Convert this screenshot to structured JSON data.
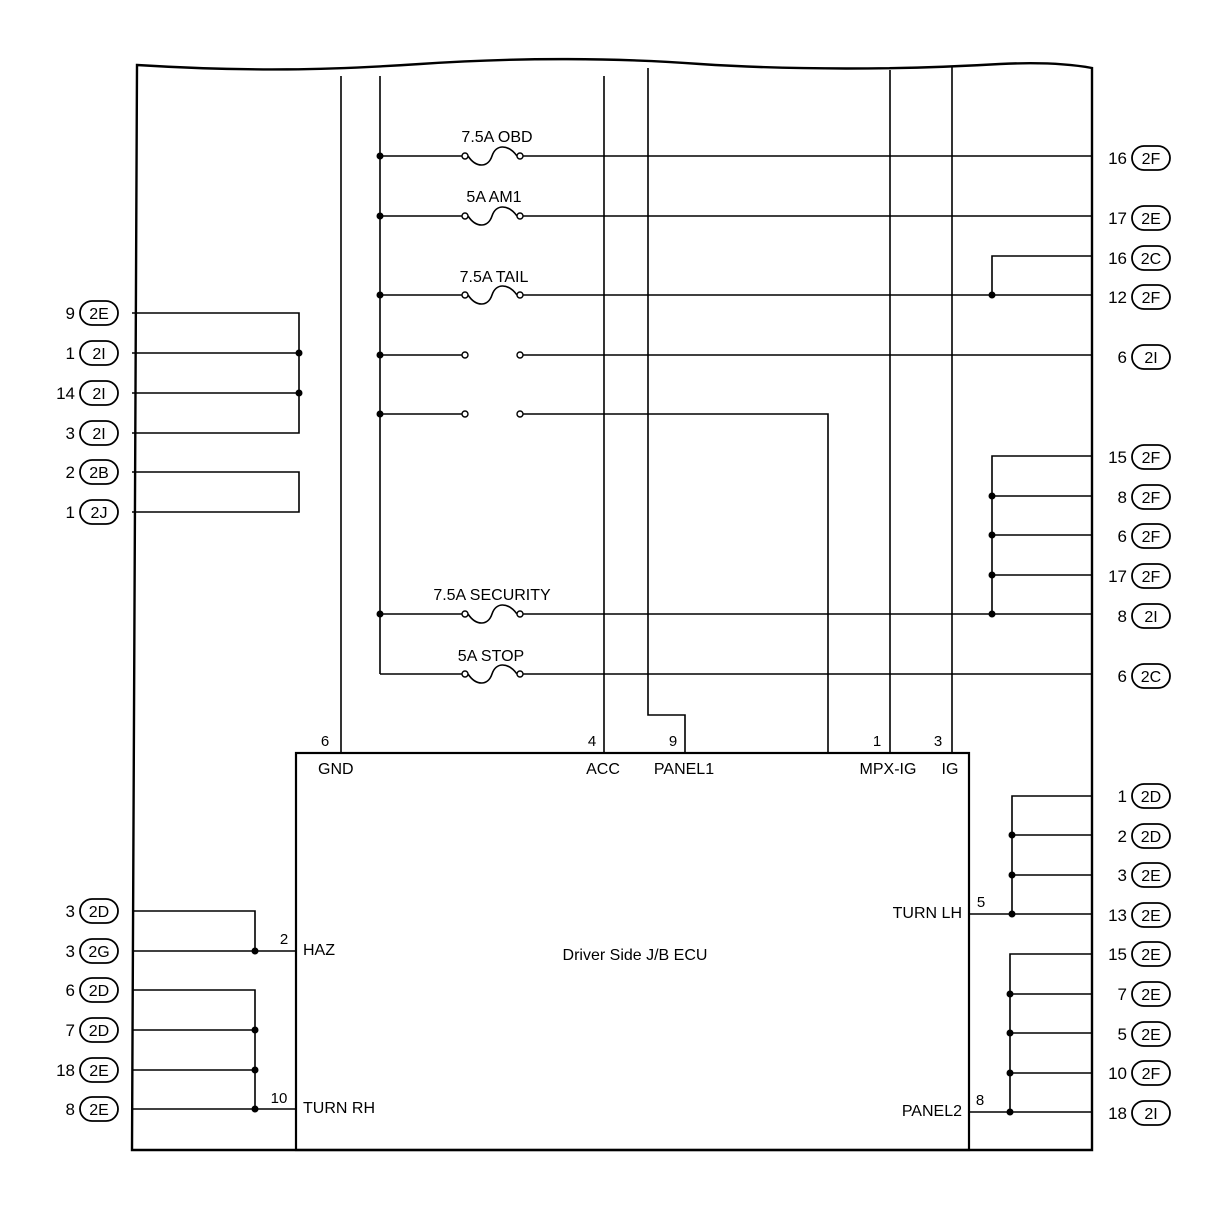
{
  "diagram": {
    "ecu_title": "Driver Side J/B ECU",
    "colors": {
      "ink": "#000000",
      "background": "#ffffff"
    },
    "fuses": [
      {
        "id": "obd",
        "label": "7.5A OBD"
      },
      {
        "id": "am1",
        "label": "5A AM1"
      },
      {
        "id": "tail",
        "label": "7.5A TAIL"
      },
      {
        "id": "relay1",
        "label": ""
      },
      {
        "id": "relay2",
        "label": ""
      },
      {
        "id": "security",
        "label": "7.5A SECURITY"
      },
      {
        "id": "stop",
        "label": "5A STOP"
      }
    ],
    "ecu_pins": [
      {
        "id": "gnd",
        "num": "6",
        "name": "GND"
      },
      {
        "id": "acc",
        "num": "4",
        "name": "ACC"
      },
      {
        "id": "panel1",
        "num": "9",
        "name": "PANEL1"
      },
      {
        "id": "mpxig",
        "num": "1",
        "name": "MPX-IG"
      },
      {
        "id": "ig",
        "num": "3",
        "name": "IG"
      },
      {
        "id": "haz",
        "num": "2",
        "name": "HAZ"
      },
      {
        "id": "turnrh",
        "num": "10",
        "name": "TURN RH"
      },
      {
        "id": "turnlh",
        "num": "5",
        "name": "TURN LH"
      },
      {
        "id": "panel2",
        "num": "8",
        "name": "PANEL2"
      }
    ],
    "left_connectors": [
      {
        "num": "9",
        "code": "2E"
      },
      {
        "num": "1",
        "code": "2I"
      },
      {
        "num": "14",
        "code": "2I"
      },
      {
        "num": "3",
        "code": "2I"
      },
      {
        "num": "2",
        "code": "2B"
      },
      {
        "num": "1",
        "code": "2J"
      },
      {
        "num": "3",
        "code": "2D"
      },
      {
        "num": "3",
        "code": "2G"
      },
      {
        "num": "6",
        "code": "2D"
      },
      {
        "num": "7",
        "code": "2D"
      },
      {
        "num": "18",
        "code": "2E"
      },
      {
        "num": "8",
        "code": "2E"
      }
    ],
    "right_connectors": [
      {
        "num": "16",
        "code": "2F"
      },
      {
        "num": "17",
        "code": "2E"
      },
      {
        "num": "16",
        "code": "2C"
      },
      {
        "num": "12",
        "code": "2F"
      },
      {
        "num": "6",
        "code": "2I"
      },
      {
        "num": "15",
        "code": "2F"
      },
      {
        "num": "8",
        "code": "2F"
      },
      {
        "num": "6",
        "code": "2F"
      },
      {
        "num": "17",
        "code": "2F"
      },
      {
        "num": "8",
        "code": "2I"
      },
      {
        "num": "6",
        "code": "2C"
      },
      {
        "num": "1",
        "code": "2D"
      },
      {
        "num": "2",
        "code": "2D"
      },
      {
        "num": "3",
        "code": "2E"
      },
      {
        "num": "13",
        "code": "2E"
      },
      {
        "num": "15",
        "code": "2E"
      },
      {
        "num": "7",
        "code": "2E"
      },
      {
        "num": "5",
        "code": "2E"
      },
      {
        "num": "10",
        "code": "2F"
      },
      {
        "num": "18",
        "code": "2I"
      }
    ]
  }
}
